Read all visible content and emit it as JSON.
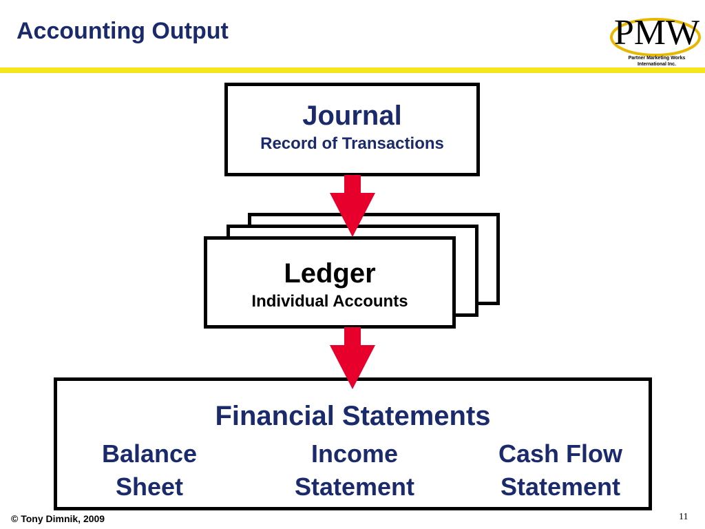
{
  "slide": {
    "title": "Accounting Output",
    "footer": "© Tony Dimnik, 2009",
    "page_number": "11"
  },
  "logo": {
    "wordmark": "PMW",
    "line1": "Partner Marketing Works",
    "line2": "International Inc."
  },
  "diagram": {
    "journal": {
      "title": "Journal",
      "subtitle": "Record of Transactions"
    },
    "ledger": {
      "title": "Ledger",
      "subtitle": "Individual Accounts"
    },
    "financial_statements": {
      "title": "Financial Statements",
      "items": [
        {
          "line1": "Balance",
          "line2": "Sheet"
        },
        {
          "line1": "Income",
          "line2": "Statement"
        },
        {
          "line1": "Cash Flow",
          "line2": "Statement"
        }
      ]
    }
  },
  "colors": {
    "navy": "#1b2a6b",
    "arrow_red": "#e8002d",
    "rule_yellow": "#f5e61c",
    "logo_gold": "#e6b800"
  }
}
